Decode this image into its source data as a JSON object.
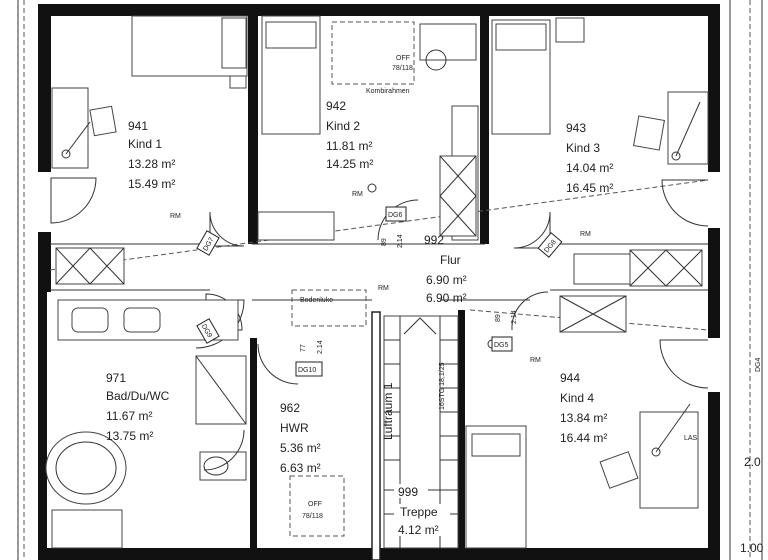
{
  "rooms": [
    {
      "number": "941",
      "name": "Kind 1",
      "area1": "13.28 m²",
      "area2": "15.49 m²"
    },
    {
      "number": "942",
      "name": "Kind 2",
      "area1": "11.81 m²",
      "area2": "14.25 m²"
    },
    {
      "number": "943",
      "name": "Kind 3",
      "area1": "14.04 m²",
      "area2": "16.45 m²"
    },
    {
      "number": "992",
      "name": "Flur",
      "area1": "6.90 m²",
      "area2": "6.90 m²"
    },
    {
      "number": "971",
      "name": "Bad/Du/WC",
      "area1": "11.67 m²",
      "area2": "13.75 m²"
    },
    {
      "number": "962",
      "name": "HWR",
      "area1": "5.36 m²",
      "area2": "6.63 m²"
    },
    {
      "number": "944",
      "name": "Kind 4",
      "area1": "13.84 m²",
      "area2": "16.44 m²"
    },
    {
      "number": "999",
      "name": "Treppe",
      "area1": "4.12 m²"
    }
  ],
  "door_tags": [
    "DG6",
    "DG7",
    "DG8",
    "DG9",
    "DG5",
    "DG10"
  ],
  "door_dims": [
    "89",
    "2.14",
    "77"
  ],
  "labels": {
    "luftraum": "Luftraum 1",
    "bodenluke": "Bodenluke",
    "off_top": "OFF",
    "off_top_size": "78/118",
    "off_bottom": "OFF",
    "off_bottom_size": "78/118",
    "kombi": "Kombirahmen",
    "rm": "RM",
    "las": "LAS",
    "stair_text": "16STG 18,1/25",
    "edge_right_1": "2.0",
    "edge_right_2": "1.00",
    "edge_right_3": "DG4"
  }
}
